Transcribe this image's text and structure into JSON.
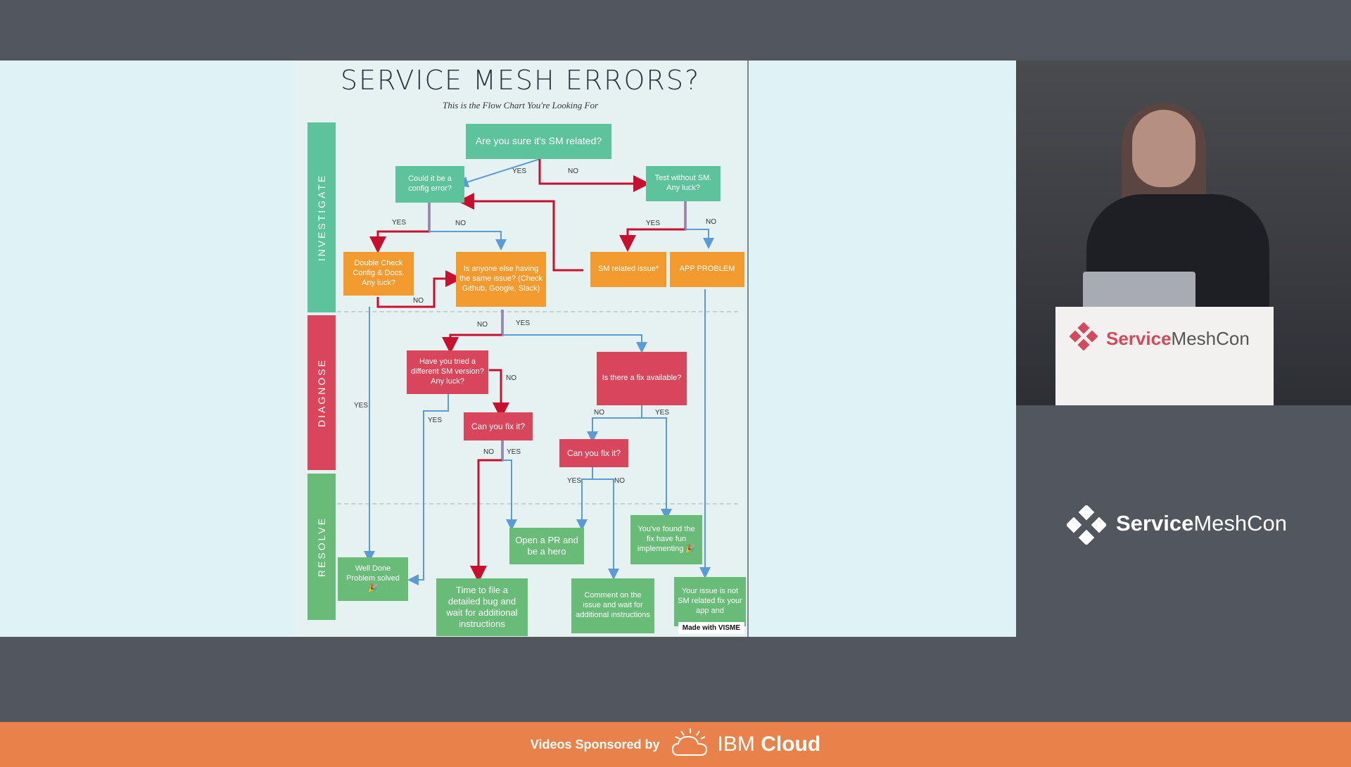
{
  "chart": {
    "title": "SERVICE MESH ERRORS?",
    "subtitle": "This is the Flow Chart You're Looking For",
    "lanes": {
      "investigate": "INVESTIGATE",
      "diagnose": "DIAGNOSE",
      "resolve": "RESOLVE"
    },
    "nodes": {
      "q_sm_related": "Are you sure it's SM related?",
      "q_config_error": "Could it be a config error?",
      "q_test_without_sm": "Test without SM. Any luck?",
      "double_check": "Double Check Config & Docs. Any luck?",
      "anyone_else": "Is anyone else having the same issue? (Check Github, Google, Slack)",
      "sm_issue": "SM related issue*",
      "app_problem": "APP PROBLEM",
      "tried_version": "Have you tried a different SM version? Any luck?",
      "fix_available": "Is there a fix available?",
      "can_fix_1": "Can you fix it?",
      "can_fix_2": "Can you fix it?",
      "open_pr": "Open a PR and be a hero",
      "found_fix": "You've found the fix have fun implementing 🎉",
      "well_done": "Well Done Problem solved 🎉",
      "file_bug": "Time to file a detailed bug and wait for additional instructions",
      "comment_issue": "Comment on the issue and wait for additional instructions",
      "not_sm": "Your issue is not SM related fix your app and"
    },
    "labels": {
      "yes": "YES",
      "no": "NO"
    },
    "made_with": "Made with VISME"
  },
  "podium": {
    "brand_light": "Service",
    "brand_rest": "MeshCon"
  },
  "brand": {
    "bold": "Service",
    "rest": "MeshCon"
  },
  "footer": {
    "sponsored": "Videos Sponsored by",
    "ibm": "IBM",
    "cloud": "Cloud"
  },
  "colors": {
    "investigate": "#5cc39c",
    "diagnose": "#d9465b",
    "resolve": "#69bb78",
    "footer": "#e9824a"
  }
}
